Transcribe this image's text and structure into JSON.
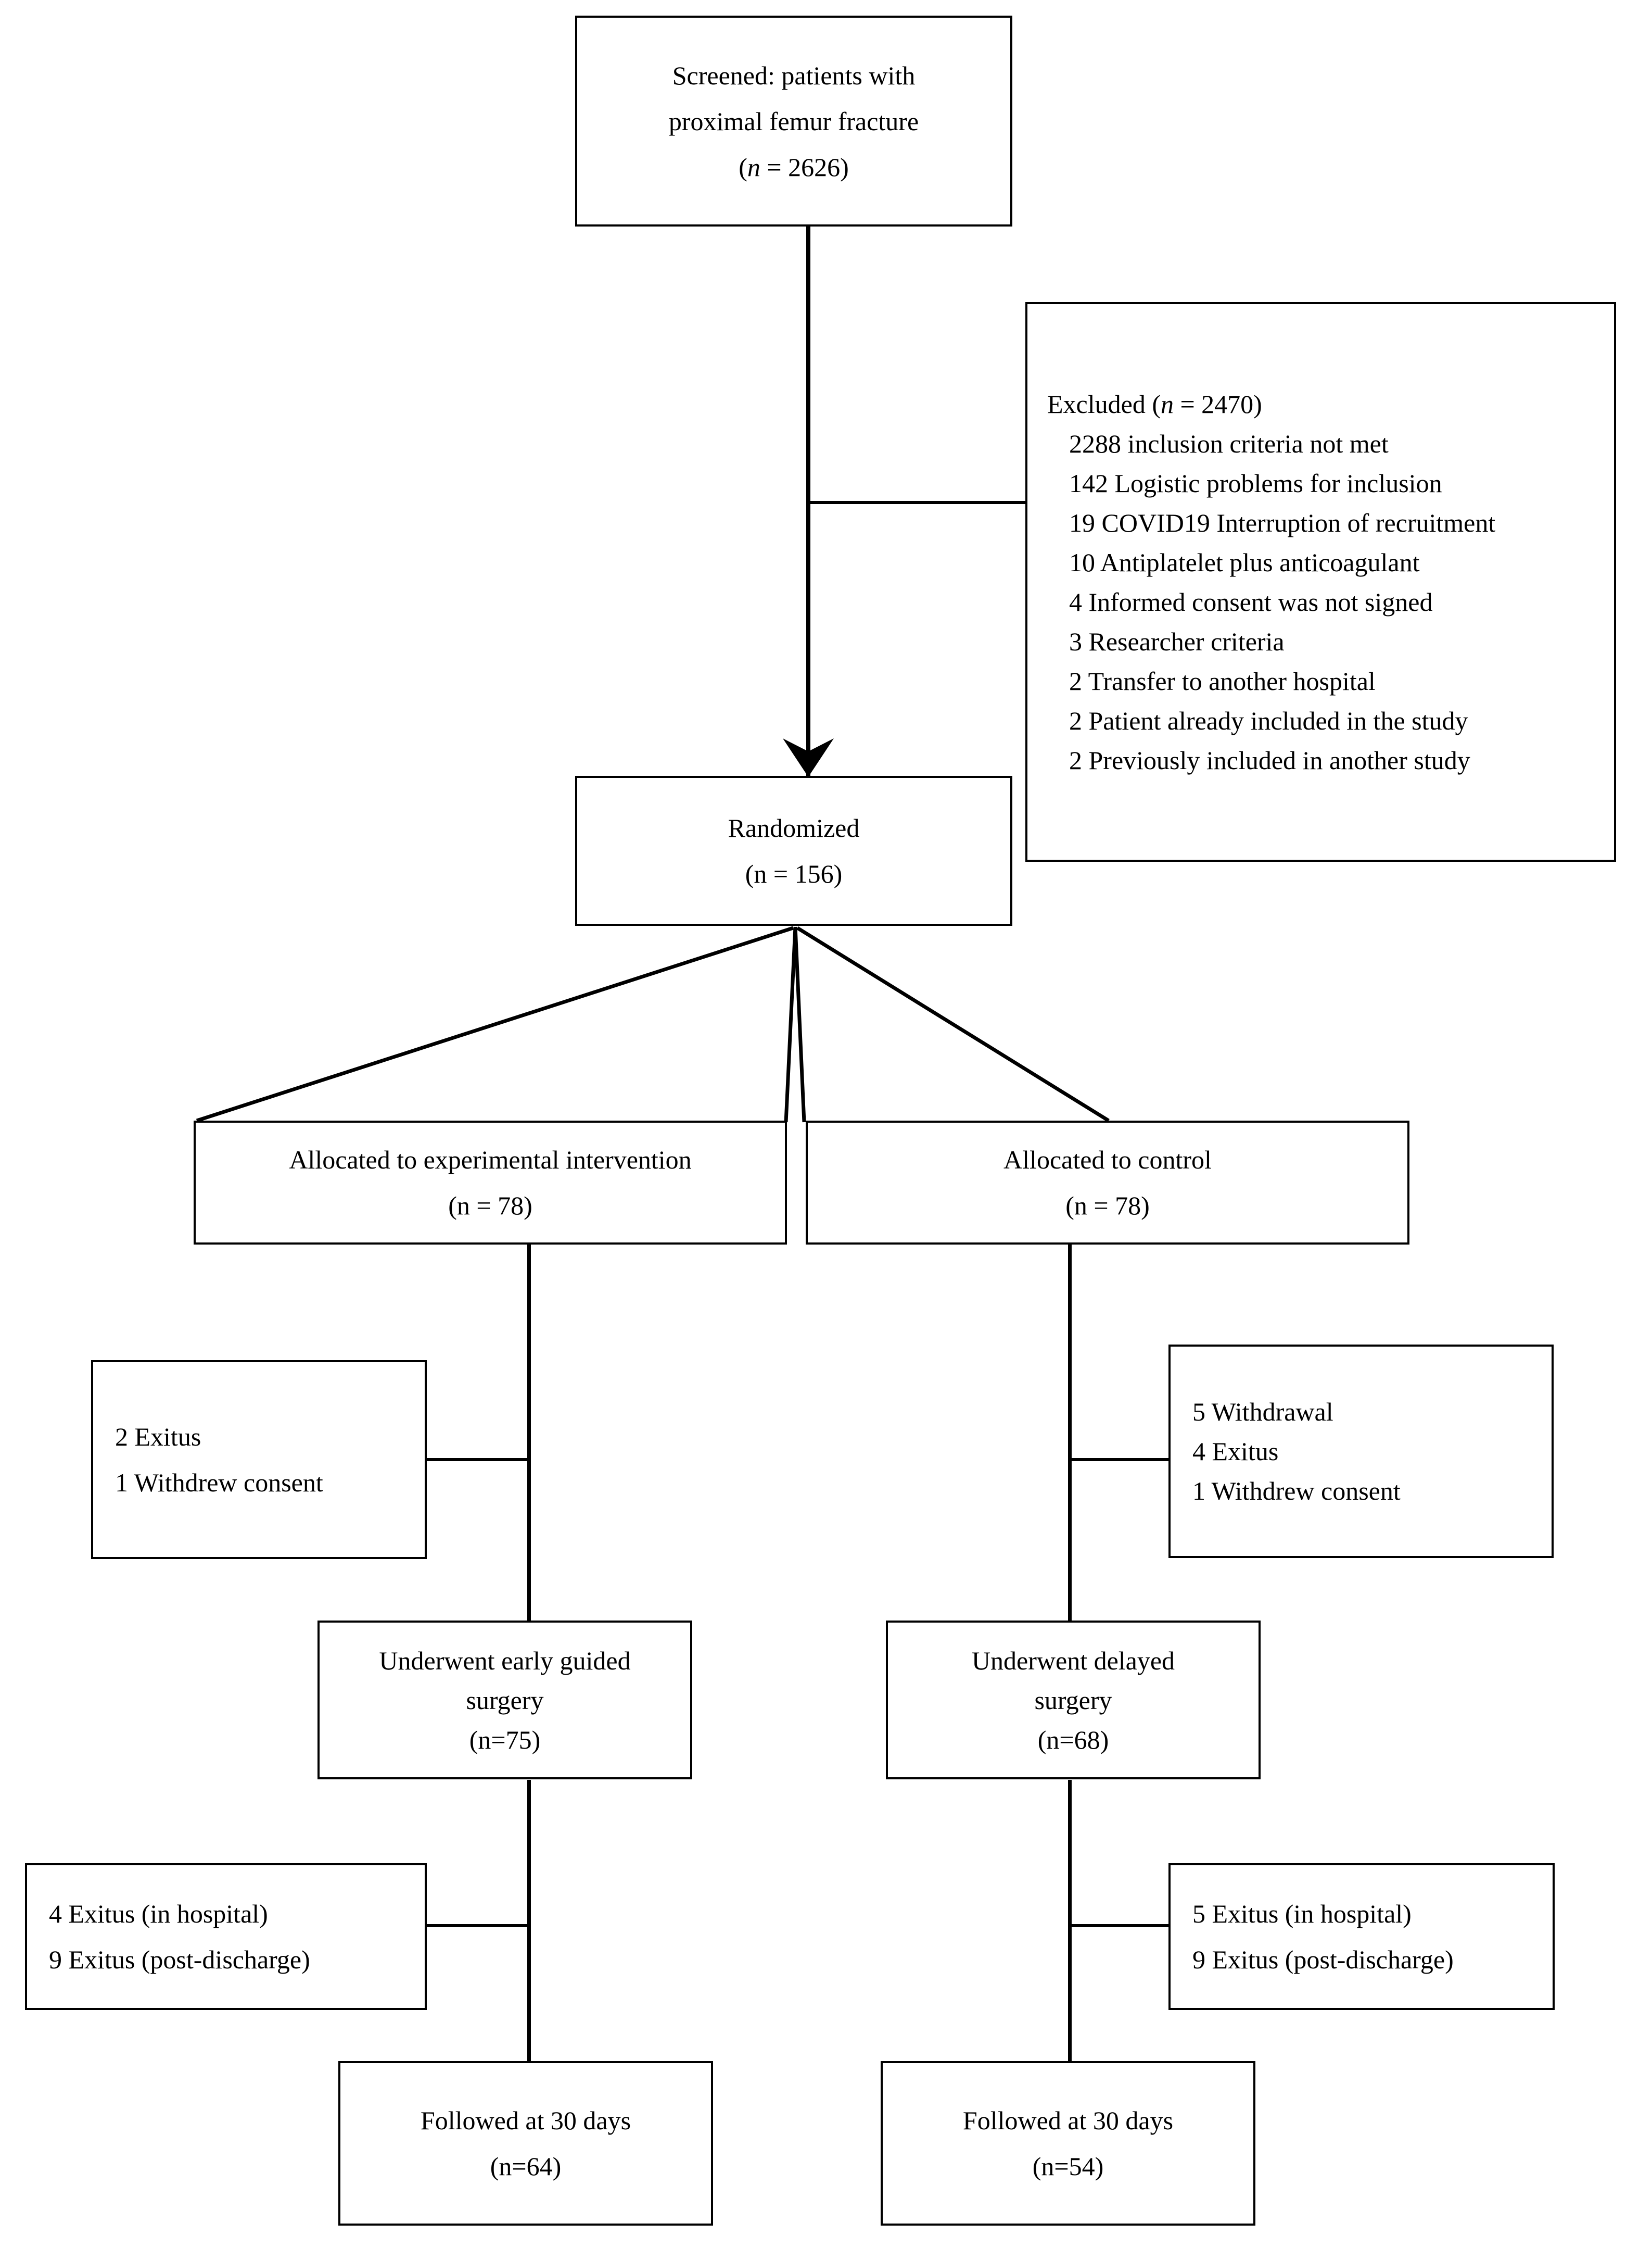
{
  "diagram": {
    "title": "CONSORT participant flow diagram",
    "type": "flowchart",
    "nodes": {
      "screened": {
        "line1": "Screened: patients with",
        "line2": "proximal femur fracture",
        "n_prefix": "(",
        "n_symbol": "n",
        "n_eq": " = 2626)"
      },
      "excluded": {
        "heading_prefix": "Excluded (",
        "heading_symbol": "n",
        "heading_suffix": " = 2470)",
        "reasons": [
          "2288 inclusion criteria not met",
          "142 Logistic problems for inclusion",
          "19 COVID19 Interruption of recruitment",
          "10 Antiplatelet plus anticoagulant",
          "4 Informed consent was not signed",
          "3 Researcher criteria",
          "2 Transfer to another hospital",
          "2 Patient already included in the study",
          "2 Previously included in another study"
        ]
      },
      "randomized": {
        "line1": "Randomized",
        "line2": "(n = 156)"
      },
      "alloc_experimental": {
        "line1": "Allocated to experimental intervention",
        "line2": "(n = 78)"
      },
      "alloc_control": {
        "line1": "Allocated to control",
        "line2": "(n = 78)"
      },
      "losses_experimental_pre": {
        "items": [
          "2 Exitus",
          "1 Withdrew consent"
        ]
      },
      "losses_control_pre": {
        "items": [
          "5 Withdrawal",
          "4 Exitus",
          "1 Withdrew consent"
        ]
      },
      "surgery_experimental": {
        "line1": "Underwent early guided",
        "line2": "surgery",
        "line3": "(n=75)"
      },
      "surgery_control": {
        "line1": "Underwent delayed",
        "line2": "surgery",
        "line3": "(n=68)"
      },
      "losses_experimental_post": {
        "items": [
          "4 Exitus (in hospital)",
          "9 Exitus (post-discharge)"
        ]
      },
      "losses_control_post": {
        "items": [
          "5 Exitus (in hospital)",
          "9 Exitus (post-discharge)"
        ]
      },
      "followed_experimental": {
        "line1": "Followed at 30 days",
        "line2": "(n=64)"
      },
      "followed_control": {
        "line1": "Followed at 30 days",
        "line2": "(n=54)"
      }
    },
    "colors": {
      "stroke": "#000000",
      "background": "#ffffff",
      "text": "#000000"
    }
  }
}
